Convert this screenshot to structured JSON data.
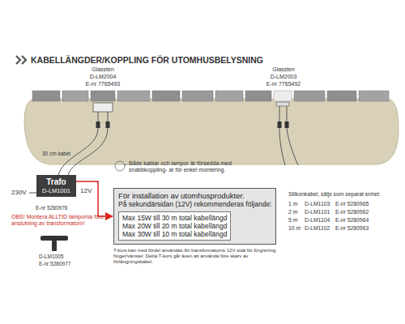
{
  "diagram": {
    "title": "KABELLÄNGDER/KOPPLING FÖR UTOMHUSBELYSNING",
    "nodes": [
      {
        "text": [
          "Trafo",
          "D-LM1001"
        ]
      },
      {
        "text": [
          "För installation av utomhusprodukter.",
          "På sekundärsidan (12V) rekommenderas följande:"
        ]
      },
      {
        "text": [
          "Max 15W till 30 m total kabellängd",
          "Max 20W till 20 m total kabellängd",
          "Max 30W till 10 m total kabellängd"
        ],
        "in": 1
      }
    ],
    "edges": [
      {
        "from": 0,
        "to": 1,
        "arrow": "to"
      }
    ],
    "labels": [
      "Glassten",
      "D-LM2004",
      "E-nr 7765493",
      "Glassten",
      "D-LM2003",
      "E-nr 7765492",
      "30 cm kabel",
      "Både kablar och lampor är försedda med snabbkoppling- ar för enkel montering.",
      "230V",
      "12V",
      "E-nr 5280976",
      "OBS! Montera ALLTID lamporna före anslutning av transformatorn!",
      "D-LM1005",
      "E-nr 5280977",
      "Silikonkabel, säljs som separat enhet:",
      "1 m",
      "D-LM1103",
      "E-nr 5280965",
      "2 m",
      "D-LM1101",
      "E-nr 5280962",
      "5 m",
      "D-LM1104",
      "E-nr 5280964",
      "10 m",
      "D-LM1102",
      "E-nr 5280963",
      "T-kors kan med fördel användas för transformatorns 12V sida för förgrening höger/vänster. Detta T-kors går även att använda före skarv av förlängningskabel."
    ]
  }
}
